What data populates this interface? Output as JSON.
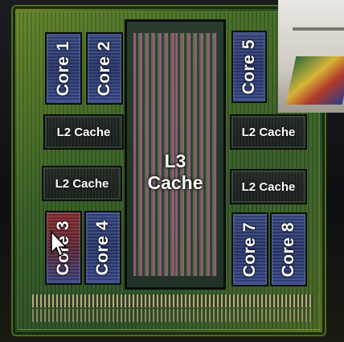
{
  "die": {
    "cores": [
      "Core 1",
      "Core 2",
      "Core 3",
      "Core 4",
      "Core 5",
      "Core 7",
      "Core 8"
    ],
    "l2_labels": [
      "L2 Cache",
      "L2 Cache",
      "L2 Cache",
      "L2 Cache"
    ],
    "l3": {
      "line1": "L3",
      "line2": "Cache"
    },
    "highlighted_core": "Core 3"
  },
  "overlay": {
    "cursor": "arrow-cursor-icon",
    "inset": "webcam-inset"
  }
}
